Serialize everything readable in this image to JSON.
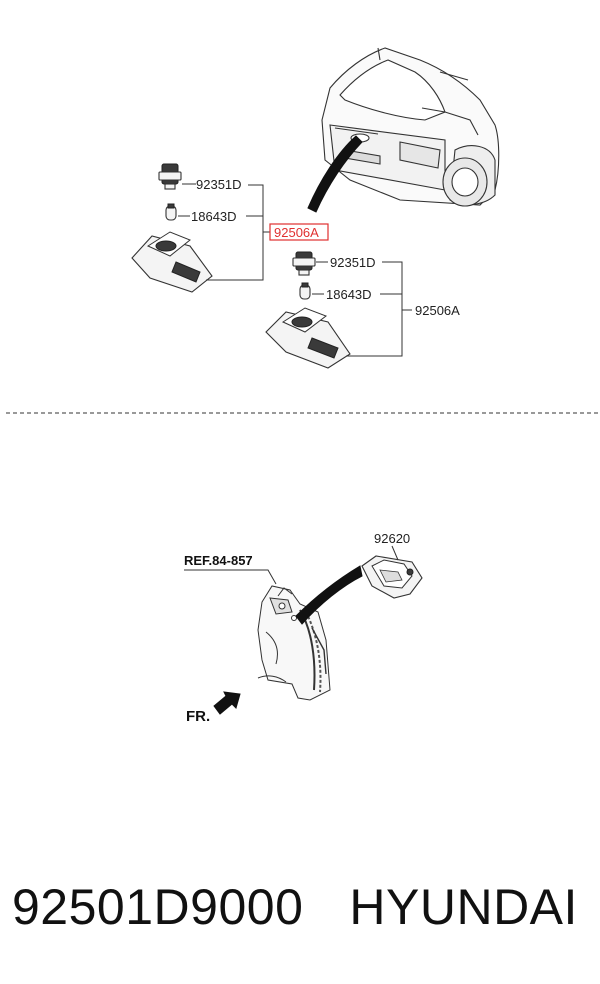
{
  "top_section": {
    "left_group": {
      "socket_part": "92351D",
      "bulb_part": "18643D",
      "assembly_part": "92506A"
    },
    "right_group": {
      "socket_part": "92351D",
      "bulb_part": "18643D",
      "assembly_part": "92506A"
    },
    "highlight_color": "#e03030"
  },
  "bottom_section": {
    "ref_label": "REF.84-857",
    "lamp_part": "92620",
    "direction_label": "FR."
  },
  "footer": {
    "part_number": "92501D9000",
    "brand": "HYUNDAI"
  }
}
